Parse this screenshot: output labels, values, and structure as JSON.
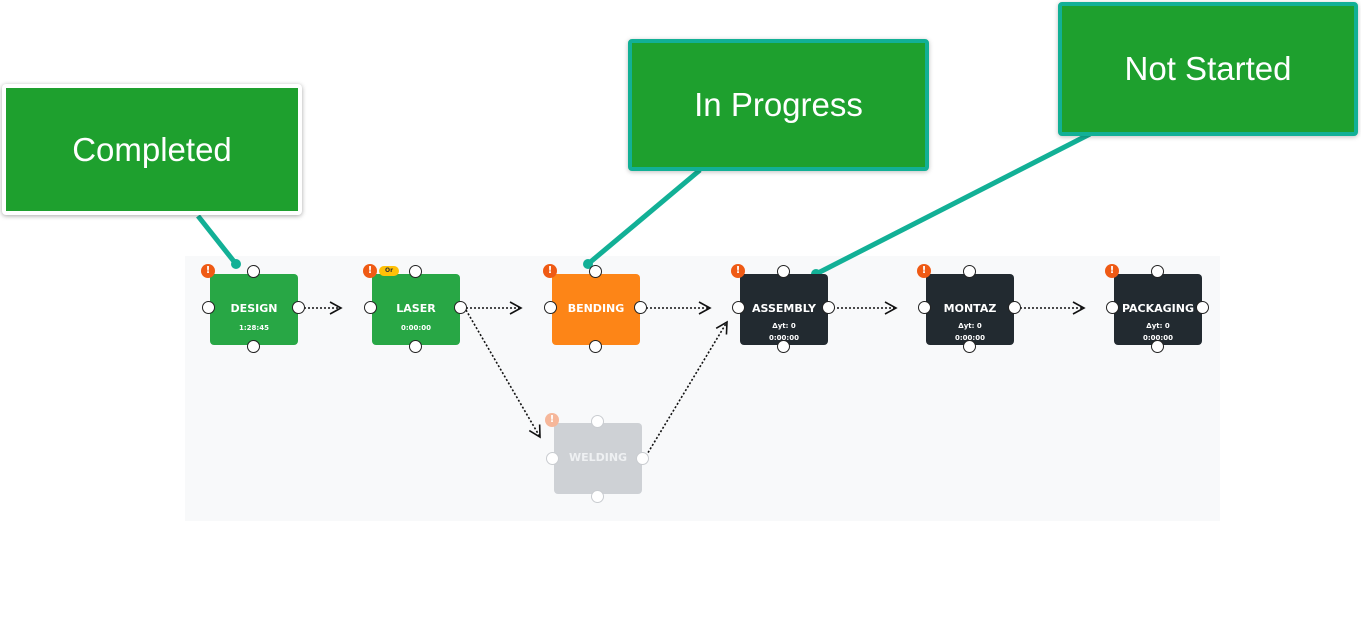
{
  "callouts": {
    "completed": "Completed",
    "in_progress": "In Progress",
    "not_started": "Not Started"
  },
  "nodes": {
    "design": {
      "title": "DESIGN",
      "time": "1:28:45"
    },
    "laser": {
      "title": "LASER",
      "time": "0:00:00",
      "badge": "Or"
    },
    "bending": {
      "title": "BENDING"
    },
    "welding": {
      "title": "WELDING"
    },
    "assembly": {
      "title": "ASSEMBLY",
      "delta": "Δyt: 0",
      "time": "0:00:00"
    },
    "montaz": {
      "title": "MONTAZ",
      "delta": "Δyt: 0",
      "time": "0:00:00"
    },
    "packaging": {
      "title": "PACKAGING",
      "delta": "Δyt: 0",
      "time": "0:00:00"
    }
  },
  "warning_symbol": "!",
  "colors": {
    "completed": "#28a745",
    "in_progress": "#fd8517",
    "not_started": "#222a30",
    "inactive": "#ced1d5",
    "warning": "#ef5a14",
    "callout": "#1ea02e",
    "callout_border": "#12b096"
  }
}
